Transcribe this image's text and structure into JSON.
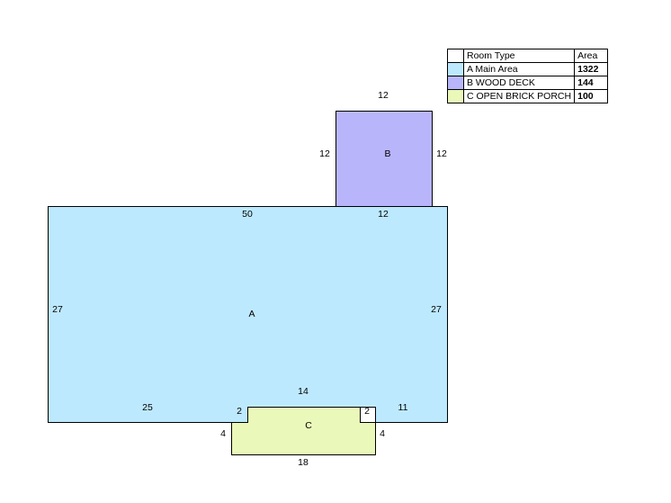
{
  "legend": {
    "header_type": "Room Type",
    "header_area": "Area",
    "rows": [
      {
        "type": "A Main Area",
        "area": "1322",
        "color": "#bde9ff"
      },
      {
        "type": "B WOOD DECK",
        "area": "144",
        "color": "#b8b5fb"
      },
      {
        "type": "C OPEN BRICK PORCH",
        "area": "100",
        "color": "#eaf8b9"
      }
    ]
  },
  "rooms": {
    "a": {
      "label": "A",
      "color": "#bde9ff"
    },
    "b": {
      "label": "B",
      "color": "#b8b5fb"
    },
    "c": {
      "label": "C",
      "color": "#eaf8b9"
    }
  },
  "dimensions": {
    "b_top": "12",
    "b_left": "12",
    "b_right": "12",
    "b_bottom": "12",
    "a_top": "50",
    "a_left": "27",
    "a_right": "27",
    "a_bottom_left": "25",
    "a_bottom_right": "11",
    "notch_top": "14",
    "notch_left": "2",
    "notch_right": "2",
    "c_left": "4",
    "c_right": "4",
    "c_bottom": "18"
  }
}
